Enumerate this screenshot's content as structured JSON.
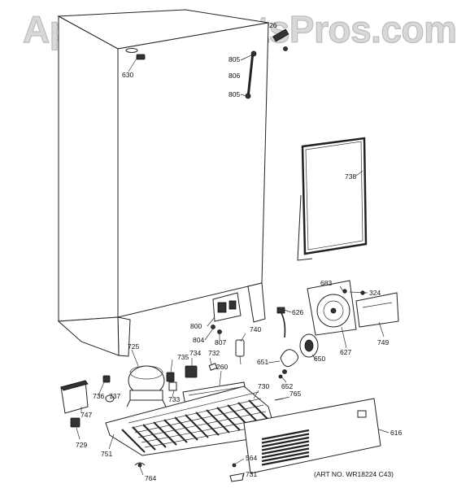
{
  "watermark": "AppliancePartsPros.com",
  "art_number": "(ART NO. WR18224 C43)",
  "callouts": [
    {
      "id": "c-26",
      "text": "26"
    },
    {
      "id": "c-630",
      "text": "630"
    },
    {
      "id": "c-805a",
      "text": "805"
    },
    {
      "id": "c-806",
      "text": "806"
    },
    {
      "id": "c-805b",
      "text": "805"
    },
    {
      "id": "c-738",
      "text": "738"
    },
    {
      "id": "c-683",
      "text": "683"
    },
    {
      "id": "c-324",
      "text": "324"
    },
    {
      "id": "c-626",
      "text": "626"
    },
    {
      "id": "c-749",
      "text": "749"
    },
    {
      "id": "c-627",
      "text": "627"
    },
    {
      "id": "c-800",
      "text": "800"
    },
    {
      "id": "c-804",
      "text": "804"
    },
    {
      "id": "c-807",
      "text": "807"
    },
    {
      "id": "c-740",
      "text": "740"
    },
    {
      "id": "c-725",
      "text": "725"
    },
    {
      "id": "c-735",
      "text": "735"
    },
    {
      "id": "c-734",
      "text": "734"
    },
    {
      "id": "c-732",
      "text": "732"
    },
    {
      "id": "c-651",
      "text": "651"
    },
    {
      "id": "c-650",
      "text": "650"
    },
    {
      "id": "c-260",
      "text": "260"
    },
    {
      "id": "c-652",
      "text": "652"
    },
    {
      "id": "c-730",
      "text": "730"
    },
    {
      "id": "c-765",
      "text": "765"
    },
    {
      "id": "c-736",
      "text": "736"
    },
    {
      "id": "c-737",
      "text": "737"
    },
    {
      "id": "c-733",
      "text": "733"
    },
    {
      "id": "c-747",
      "text": "747"
    },
    {
      "id": "c-729",
      "text": "729"
    },
    {
      "id": "c-751",
      "text": "751"
    },
    {
      "id": "c-616",
      "text": "616"
    },
    {
      "id": "c-564",
      "text": "564"
    },
    {
      "id": "c-731",
      "text": "731"
    },
    {
      "id": "c-764",
      "text": "764"
    }
  ]
}
